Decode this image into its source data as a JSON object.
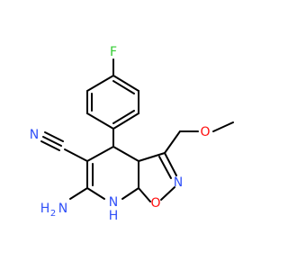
{
  "molecule": {
    "atom_labels": {
      "fluorine": "F",
      "methoxy_oxygen": "O",
      "nitrile_nitrogen": "N",
      "ring_nitrogen": "N",
      "ring_oxygen": "O",
      "amine_n": "N",
      "amine_h2": "H",
      "ring_nh_n": "N",
      "ring_nh_h": "H"
    }
  },
  "colors": {
    "bond": "#000000",
    "fluorine": "#33cc33",
    "oxygen": "#ff0d0d",
    "nitrogen": "#3050f8"
  }
}
